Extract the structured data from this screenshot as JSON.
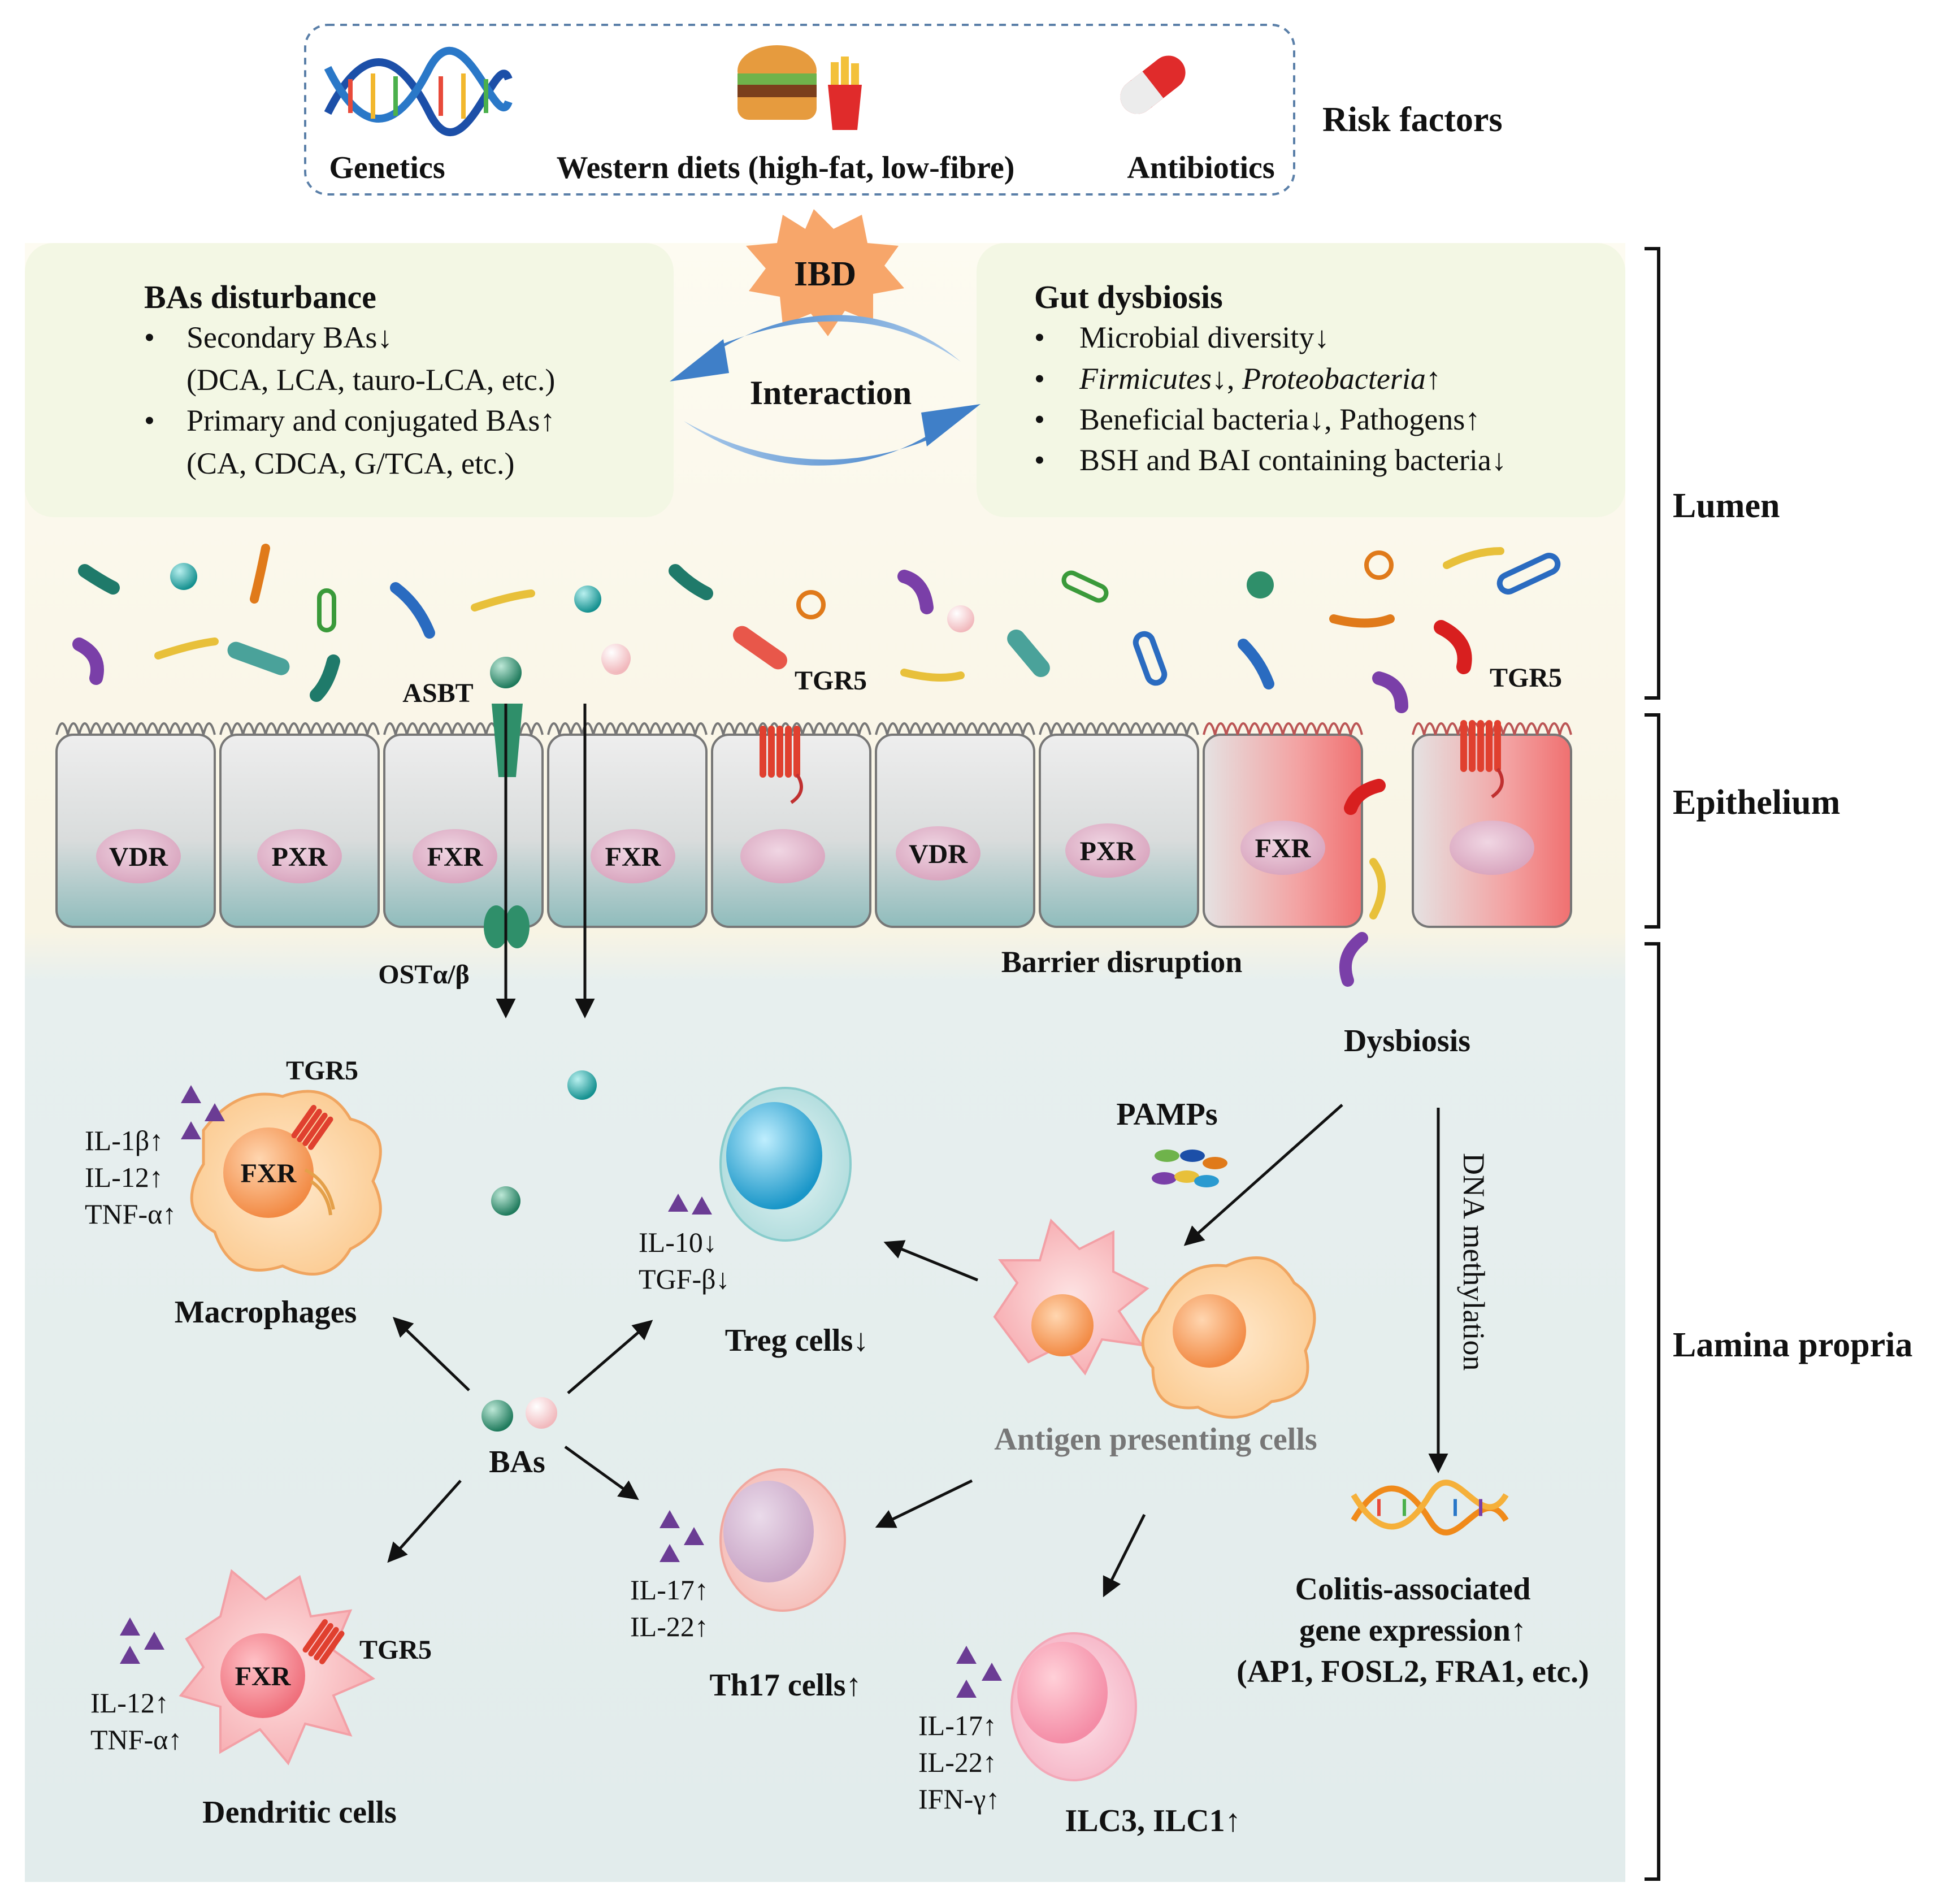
{
  "risk_factors": {
    "heading": "Risk factors",
    "items": [
      "Genetics",
      "Western diets (high-fat, low-fibre)",
      "Antibiotics"
    ]
  },
  "ibd": "IBD",
  "bas_disturbance": {
    "title": "BAs disturbance",
    "bullets": [
      "Secondary BAs↓",
      "Primary and conjugated BAs↑"
    ],
    "subs": [
      "(DCA, LCA, tauro-LCA, etc.)",
      "(CA, CDCA, G/TCA, etc.)"
    ]
  },
  "interaction": "Interaction",
  "gut_dysbiosis": {
    "title": "Gut dysbiosis",
    "b1": "Microbial diversity↓",
    "b2_a": "Firmicutes",
    "b2_b": "↓, ",
    "b2_c": "Proteobacteria",
    "b2_d": "↑",
    "b3": "Beneficial bacteria↓, Pathogens↑",
    "b4": "BSH and BAI containing bacteria↓"
  },
  "layers": {
    "lumen": "Lumen",
    "epithelium": "Epithelium",
    "lamina": "Lamina propria"
  },
  "receptors": {
    "asbt": "ASBT",
    "ost": "OSTα/β",
    "tgr5": "TGR5",
    "vdr": "VDR",
    "pxr": "PXR",
    "fxr": "FXR"
  },
  "barrier": "Barrier disruption",
  "dysbiosis": "Dysbiosis",
  "pamps": "PAMPs",
  "dna_methylation": "DNA methylation",
  "bas": "BAs",
  "macrophages": {
    "label": "Macrophages",
    "cytokines": [
      "IL-1β↑",
      "IL-12↑",
      "TNF-α↑"
    ]
  },
  "dendritic": {
    "label": "Dendritic cells",
    "cytokines": [
      "IL-12↑",
      "TNF-α↑"
    ]
  },
  "treg": {
    "label": "Treg cells↓",
    "cytokines": [
      "IL-10↓",
      "TGF-β↓"
    ]
  },
  "th17": {
    "label": "Th17 cells↑",
    "cytokines": [
      "IL-17↑",
      "IL-22↑"
    ]
  },
  "ilc": {
    "label": "ILC3, ILC1↑",
    "cytokines": [
      "IL-17↑",
      "IL-22↑",
      "IFN-γ↑"
    ]
  },
  "apc": "Antigen presenting cells",
  "colitis": [
    "Colitis-associated",
    "gene expression↑",
    "(AP1, FOSL2, FRA1, etc.)"
  ],
  "colors": {
    "lumen_bg": "#faf7ea",
    "lamina_bg": "#e6f0f0",
    "box_bg": "#f3f7e4",
    "ibd_star": "#f7a66a",
    "interaction_arrow": "#3f7fc8",
    "cell_inflamed": "#f07a7a",
    "bile_green": "#2f8f6a",
    "bile_pink": "#f6c9cb",
    "cytokine": "#6b3c94"
  }
}
